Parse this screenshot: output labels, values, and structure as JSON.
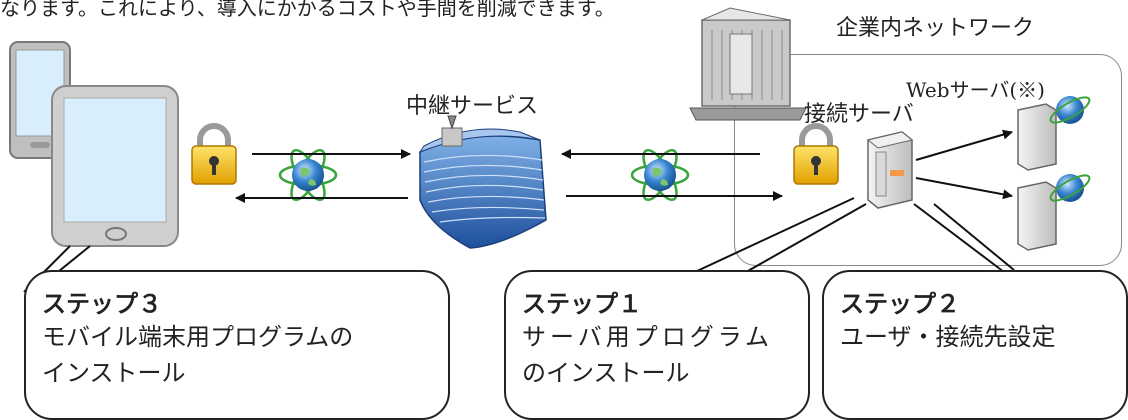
{
  "intro_text": "なります。これにより、導入にかかるコストや手間を削減できます。",
  "labels": {
    "corporate_network": "企業内ネットワーク",
    "relay_service": "中継サービス",
    "connection_server": "接続サーバ",
    "web_server": "Webサーバ(※)"
  },
  "steps": [
    {
      "title": "ステップ３",
      "lines": [
        "モバイル端末用プログラムの",
        "インストール"
      ]
    },
    {
      "title": "ステップ１",
      "lines": [
        "サーバ用プログラム",
        "のインストール"
      ]
    },
    {
      "title": "ステップ２",
      "lines": [
        "ユーザ・接続先設定"
      ]
    }
  ]
}
